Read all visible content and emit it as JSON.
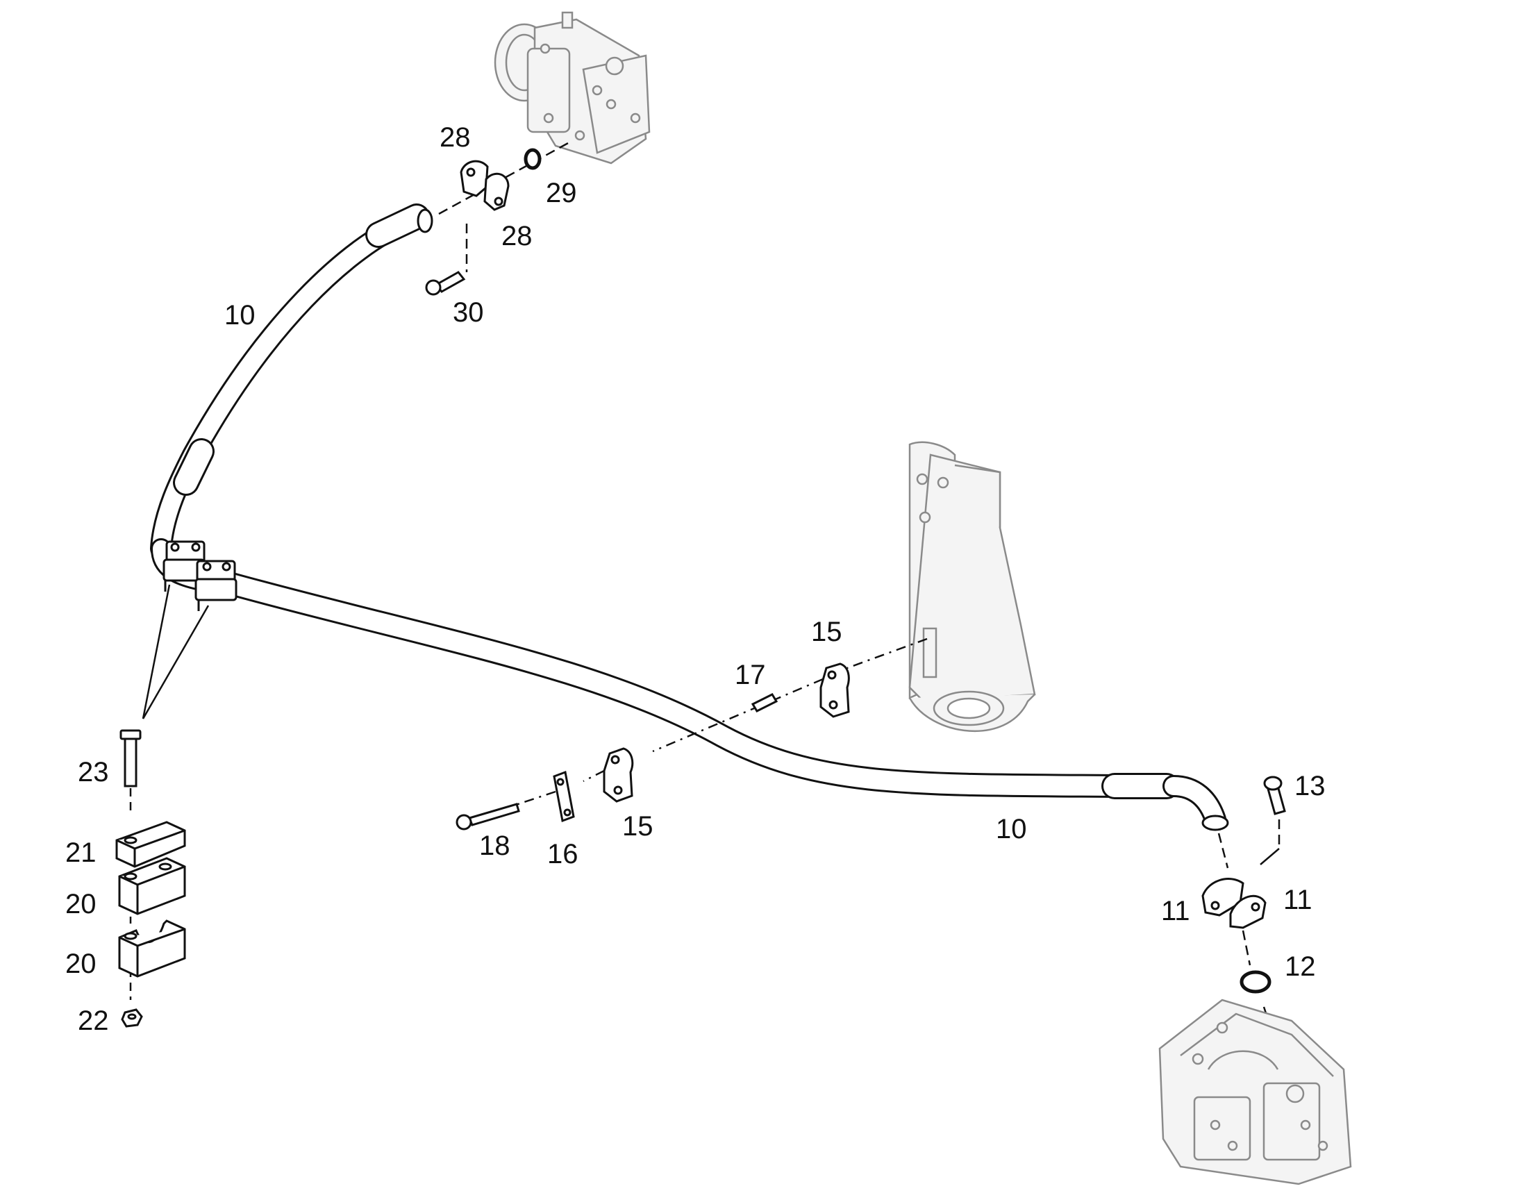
{
  "diagram": {
    "colors": {
      "ink": "#111111",
      "ghost": "#8a8a8a",
      "fill": "#f2f2f2",
      "background": "#ffffff"
    },
    "callouts": [
      {
        "id": "c28a",
        "text": "28"
      },
      {
        "id": "c29",
        "text": "29"
      },
      {
        "id": "c28b",
        "text": "28"
      },
      {
        "id": "c30",
        "text": "30"
      },
      {
        "id": "c10a",
        "text": "10"
      },
      {
        "id": "c15a",
        "text": "15"
      },
      {
        "id": "c17",
        "text": "17"
      },
      {
        "id": "c23",
        "text": "23"
      },
      {
        "id": "c18",
        "text": "18"
      },
      {
        "id": "c16",
        "text": "16"
      },
      {
        "id": "c15b",
        "text": "15"
      },
      {
        "id": "c10b",
        "text": "10"
      },
      {
        "id": "c13",
        "text": "13"
      },
      {
        "id": "c21",
        "text": "21"
      },
      {
        "id": "c20a",
        "text": "20"
      },
      {
        "id": "c20b",
        "text": "20"
      },
      {
        "id": "c22",
        "text": "22"
      },
      {
        "id": "c11a",
        "text": "11"
      },
      {
        "id": "c11b",
        "text": "11"
      },
      {
        "id": "c12",
        "text": "12"
      }
    ]
  }
}
